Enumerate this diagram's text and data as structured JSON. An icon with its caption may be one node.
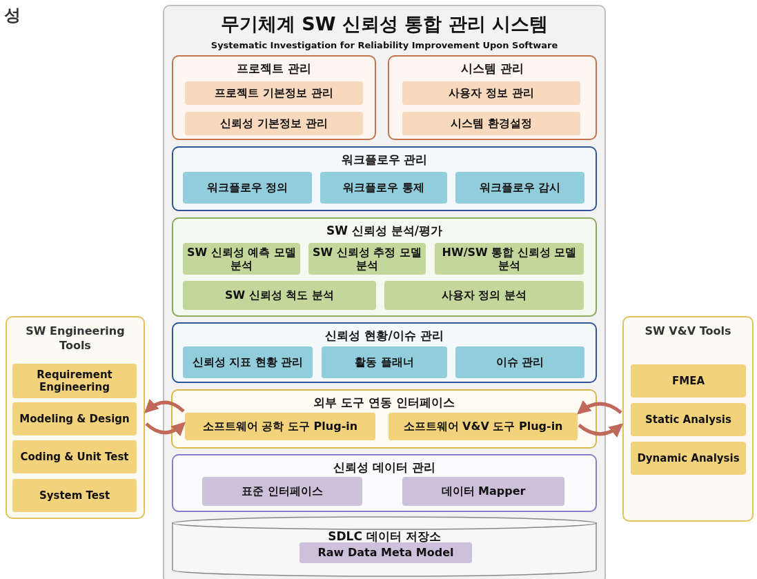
{
  "diagram": {
    "nodes": [
      {
        "text": [
          "무기체계 SW 신뢰성 통합 관리 시스템",
          "Systematic Investigation for Reliability Improvement Upon Software"
        ]
      },
      {
        "text": [
          "프로젝트 관리"
        ],
        "in": 0
      },
      {
        "text": [
          "프로젝트 기본정보 관리"
        ],
        "in": 1
      },
      {
        "text": [
          "신뢰성 기본정보 관리"
        ],
        "in": 1
      },
      {
        "text": [
          "시스템 관리"
        ],
        "in": 0
      },
      {
        "text": [
          "사용자 정보 관리"
        ],
        "in": 4
      },
      {
        "text": [
          "시스템 환경설정"
        ],
        "in": 4
      },
      {
        "text": [
          "워크플로우 관리"
        ],
        "in": 0
      },
      {
        "text": [
          "워크플로우 정의"
        ],
        "in": 7
      },
      {
        "text": [
          "워크플로우 통제"
        ],
        "in": 7
      },
      {
        "text": [
          "워크플로우 감시"
        ],
        "in": 7
      },
      {
        "text": [
          "SW 신뢰성 분석/평가"
        ],
        "in": 0
      },
      {
        "text": [
          "SW 신뢰성 예측 모델 분석"
        ],
        "in": 11
      },
      {
        "text": [
          "SW 신뢰성 추정 모델 분석"
        ],
        "in": 11
      },
      {
        "text": [
          "HW/SW 통합 신뢰성 모델 분석"
        ],
        "in": 11
      },
      {
        "text": [
          "SW 신뢰성 척도 분석"
        ],
        "in": 11
      },
      {
        "text": [
          "사용자 정의 분석"
        ],
        "in": 11
      },
      {
        "text": [
          "신뢰성 현황/이슈 관리"
        ],
        "in": 0
      },
      {
        "text": [
          "신뢰성 지표 현황 관리"
        ],
        "in": 17
      },
      {
        "text": [
          "활동 플래너"
        ],
        "in": 17
      },
      {
        "text": [
          "이슈 관리"
        ],
        "in": 17
      },
      {
        "text": [
          "외부 도구 연동 인터페이스"
        ],
        "in": 0
      },
      {
        "text": [
          "소프트웨어 공학 도구 Plug-in"
        ],
        "in": 21
      },
      {
        "text": [
          "소프트웨어 V&V 도구 Plug-in"
        ],
        "in": 21
      },
      {
        "text": [
          "신뢰성 데이터 관리"
        ],
        "in": 0
      },
      {
        "text": [
          "표준 인터페이스"
        ],
        "in": 24
      },
      {
        "text": [
          "데이터 Mapper"
        ],
        "in": 24
      },
      {
        "text": [
          "SDLC 데이터 저장소"
        ],
        "in": 0
      },
      {
        "text": [
          "Raw Data Meta Model"
        ],
        "in": 27
      },
      {
        "text": [
          "SW Engineering Tools"
        ]
      },
      {
        "text": [
          "Requirement Engineering"
        ],
        "in": 29
      },
      {
        "text": [
          "Modeling & Design"
        ],
        "in": 29
      },
      {
        "text": [
          "Coding & Unit Test"
        ],
        "in": 29
      },
      {
        "text": [
          "System Test"
        ],
        "in": 29
      },
      {
        "text": [
          "SW V&V Tools"
        ]
      },
      {
        "text": [
          "FMEA"
        ],
        "in": 34
      },
      {
        "text": [
          "Static Analysis"
        ],
        "in": 34
      },
      {
        "text": [
          "Dynamic Analysis"
        ],
        "in": 34
      }
    ],
    "edges": [
      {
        "from": 22,
        "to": 29,
        "arrow": "to"
      },
      {
        "from": 29,
        "to": 22,
        "arrow": "to"
      },
      {
        "from": 34,
        "to": 23,
        "arrow": "to"
      },
      {
        "from": 23,
        "to": 34,
        "arrow": "to"
      }
    ],
    "labels": [
      "성"
    ]
  }
}
